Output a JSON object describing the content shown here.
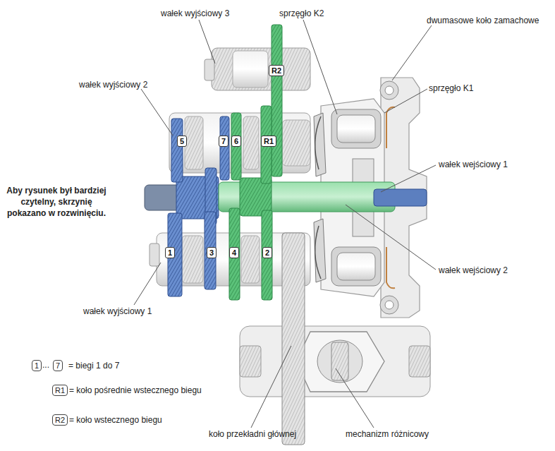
{
  "diagram": {
    "nodes": [
      {
        "text": [
          "R2"
        ]
      },
      {
        "text": [
          "5"
        ]
      },
      {
        "text": [
          "7"
        ]
      },
      {
        "text": [
          "6"
        ]
      },
      {
        "text": [
          "R1"
        ]
      },
      {
        "text": [
          "1"
        ]
      },
      {
        "text": [
          "3"
        ]
      },
      {
        "text": [
          "4"
        ]
      },
      {
        "text": [
          "2"
        ]
      }
    ],
    "labels": [
      "wałek wyjściowy 3",
      "sprzęgło K2",
      "dwumasowe koło zamachowe",
      "wałek wyjściowy 2",
      "sprzęgło K1",
      "wałek wejściowy 1",
      "Aby rysunek był bardziej czytelny, skrzynię pokazano w rozwinięciu.",
      "wałek wejściowy 2",
      "wałek wyjściowy 1",
      "koło przekładni głównej",
      "mechanizm różnicowy",
      "1",
      "...",
      "7",
      "R1",
      "R2"
    ],
    "legend": [
      {
        "text": "= biegi 1 do 7"
      },
      {
        "text": "= koło pośrednie wstecznego biegu"
      },
      {
        "text": "= koło wstecznego biegu"
      }
    ]
  }
}
